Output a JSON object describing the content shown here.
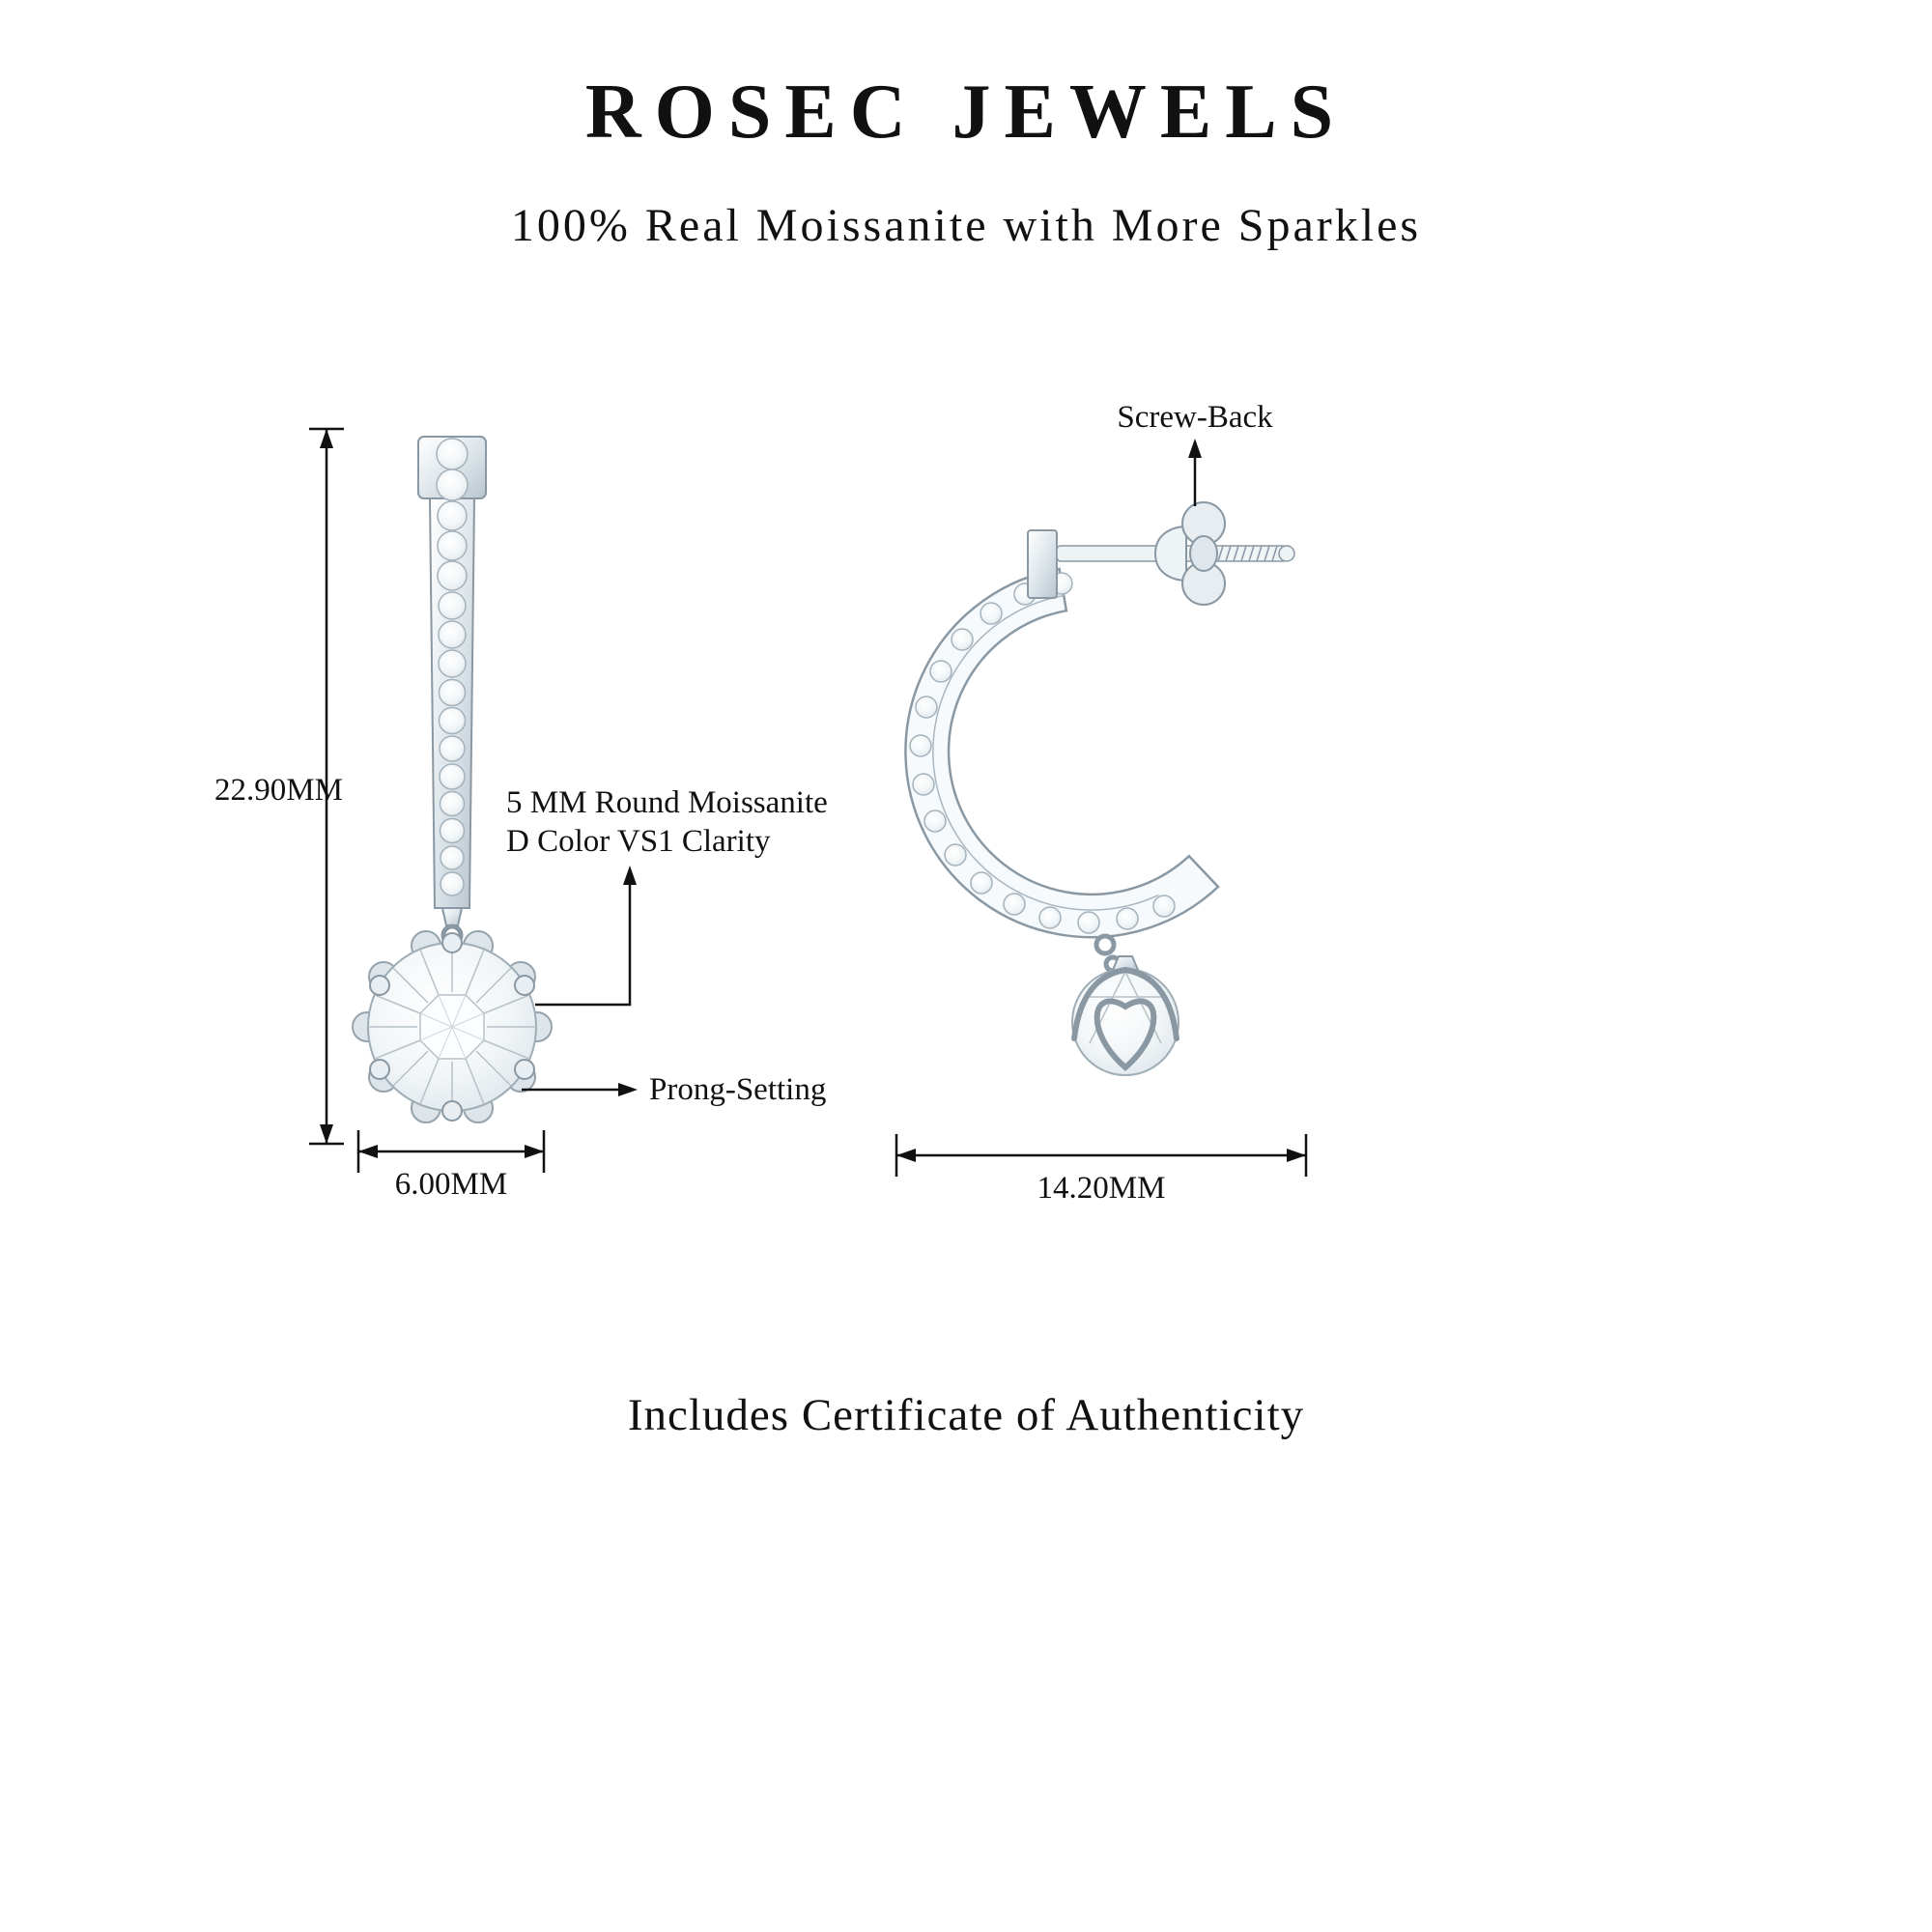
{
  "header": {
    "brand": "ROSEC JEWELS",
    "tagline": "100% Real Moissanite with More Sparkles"
  },
  "front_view": {
    "height_dimension": "22.90MM",
    "width_dimension": "6.00MM",
    "stone_note_line1": "5 MM Round Moissanite",
    "stone_note_line2": "D Color VS1 Clarity",
    "setting_note": "Prong-Setting"
  },
  "side_view": {
    "back_type_note": "Screw-Back",
    "width_dimension": "14.20MM"
  },
  "footer": {
    "note": "Includes Certificate of Authenticity"
  },
  "colors": {
    "text": "#111111",
    "dimension_line": "#111111",
    "metal_stroke": "#8a98a3",
    "metal_fill": "#f4f7f9",
    "stone_fill": "#e9eef2",
    "background": "#ffffff"
  }
}
